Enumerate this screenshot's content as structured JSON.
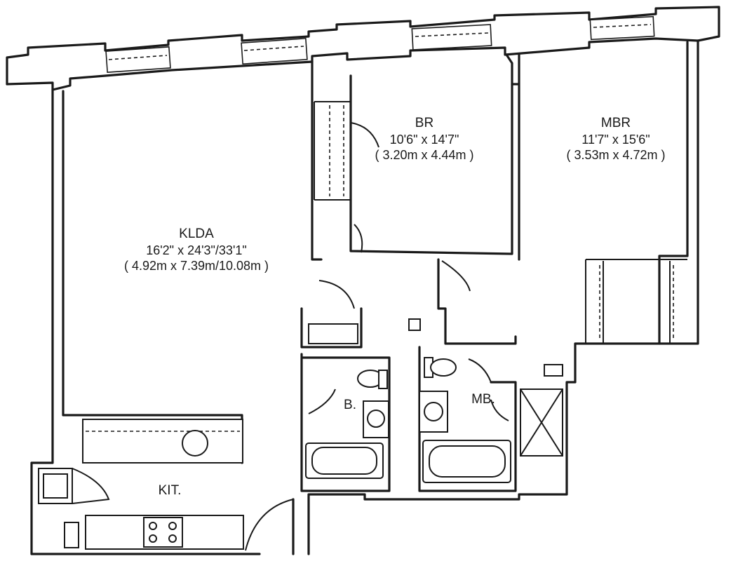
{
  "rooms": {
    "klda": {
      "name": "KLDA",
      "dim_imperial": "16'2\" x 24'3\"/33'1\"",
      "dim_metric": "( 4.92m x 7.39m/10.08m )"
    },
    "br": {
      "name": "BR",
      "dim_imperial": "10'6\" x 14'7\"",
      "dim_metric": "( 3.20m x 4.44m )"
    },
    "mbr": {
      "name": "MBR",
      "dim_imperial": "11'7\" x 15'6\"",
      "dim_metric": "( 3.53m x 4.72m )"
    },
    "kit": {
      "name": "KIT."
    },
    "bath": {
      "name": "B."
    },
    "master_bath": {
      "name": "MB."
    }
  }
}
